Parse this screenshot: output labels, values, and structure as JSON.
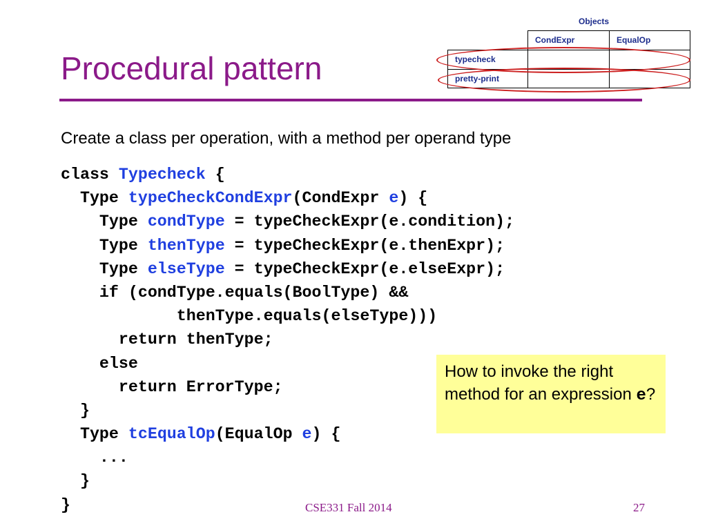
{
  "slide": {
    "title": "Procedural pattern",
    "subtitle": "Create a class per operation, with a method per operand type",
    "footer": {
      "course": "CSE331 Fall 2014",
      "page_number": "27"
    },
    "colors": {
      "title": "#8b1a89",
      "keyword": "#1f3fe0",
      "callout_bg": "#ffff99",
      "oval": "#cc1f1f",
      "table_text": "#1c2c8c"
    }
  },
  "matrix": {
    "heading": "Objects",
    "columns": [
      "CondExpr",
      "EqualOp"
    ],
    "rows": [
      "typecheck",
      "pretty-print"
    ],
    "highlighted_rows": [
      "typecheck",
      "pretty-print"
    ]
  },
  "code": {
    "lines": [
      [
        {
          "t": "class "
        },
        {
          "t": "Typecheck",
          "k": 1
        },
        {
          "t": " {"
        }
      ],
      [
        {
          "t": "  Type "
        },
        {
          "t": "typeCheckCondExpr",
          "k": 1
        },
        {
          "t": "(CondExpr "
        },
        {
          "t": "e",
          "k": 1
        },
        {
          "t": ") {"
        }
      ],
      [
        {
          "t": "    Type "
        },
        {
          "t": "condType",
          "k": 1
        },
        {
          "t": " = typeCheckExpr(e.condition);"
        }
      ],
      [
        {
          "t": "    Type "
        },
        {
          "t": "thenType",
          "k": 1
        },
        {
          "t": " = typeCheckExpr(e.thenExpr);"
        }
      ],
      [
        {
          "t": "    Type "
        },
        {
          "t": "elseType",
          "k": 1
        },
        {
          "t": " = typeCheckExpr(e.elseExpr);"
        }
      ],
      [
        {
          "t": "    if (condType.equals(BoolType) &&"
        }
      ],
      [
        {
          "t": "            thenType.equals(elseType)))"
        }
      ],
      [
        {
          "t": "      return thenType;"
        }
      ],
      [
        {
          "t": "    else"
        }
      ],
      [
        {
          "t": "      return ErrorType;"
        }
      ],
      [
        {
          "t": "  }"
        }
      ],
      [
        {
          "t": "  Type "
        },
        {
          "t": "tcEqualOp",
          "k": 1
        },
        {
          "t": "(EqualOp "
        },
        {
          "t": "e",
          "k": 1
        },
        {
          "t": ") {"
        }
      ],
      [
        {
          "t": "    ..."
        }
      ],
      [
        {
          "t": "  }"
        }
      ],
      [
        {
          "t": "}"
        }
      ]
    ]
  },
  "callout": {
    "text_before": "How to invoke the right method for an expression ",
    "code_var": "e",
    "text_after": "?"
  }
}
